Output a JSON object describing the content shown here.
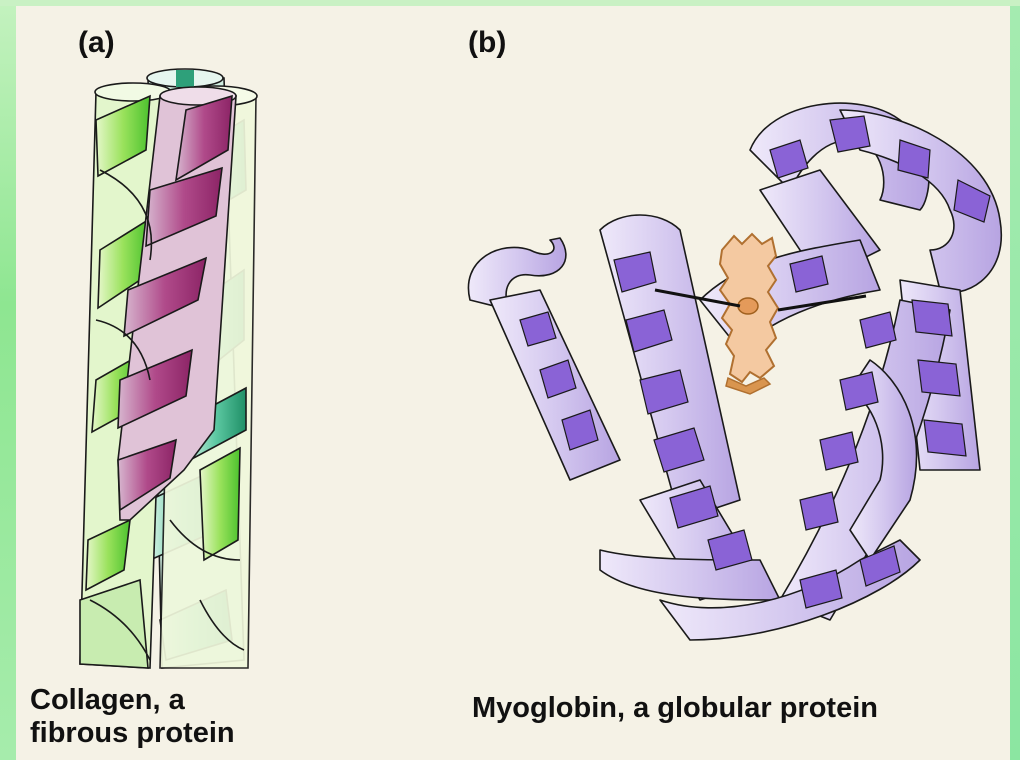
{
  "panel_a": {
    "label": "(a)",
    "caption_line1": "Collagen, a",
    "caption_line2": "fibrous protein"
  },
  "panel_b": {
    "label": "(b)",
    "caption": "Myoglobin, a globular protein"
  },
  "colors": {
    "background": "#f5f2e6",
    "collagen_strand_magenta": "#a8327a",
    "collagen_strand_green": "#5fce3c",
    "collagen_strand_teal": "#2ea07a",
    "myoglobin_ribbon_light": "#d8cdef",
    "myoglobin_ribbon_dark": "#8a63d6",
    "heme_group": "#f4c9a1"
  }
}
